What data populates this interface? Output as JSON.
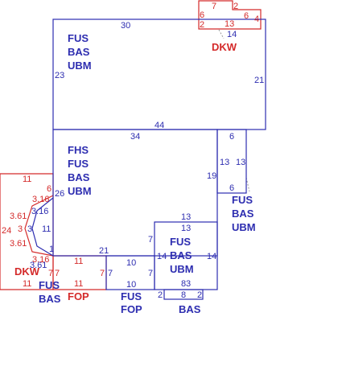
{
  "colors": {
    "blue": "#2d2db0",
    "red": "#d42a2a",
    "leader": "#999999",
    "background": "#ffffff"
  },
  "areas": {
    "main_upper": {
      "codes": [
        "FUS",
        "BAS",
        "UBM"
      ],
      "dims": {
        "top": "30",
        "left": "23",
        "right": "21",
        "bottom": "44"
      }
    },
    "main_lower": {
      "codes": [
        "FHS",
        "FUS",
        "BAS",
        "UBM"
      ],
      "dims": {
        "top": "34",
        "left": "26",
        "right": "19",
        "bottom": "21"
      }
    },
    "right_addition": {
      "codes": [
        "FUS",
        "BAS",
        "UBM"
      ],
      "dims": {
        "top": "6",
        "left": "13",
        "right": "13",
        "bottom": "6"
      }
    },
    "lower_right": {
      "codes": [
        "FUS",
        "BAS",
        "UBM"
      ],
      "dims": {
        "top": "13",
        "top_inner": "13",
        "left": "14",
        "right": "14",
        "bottom": "3",
        "left_step": "7"
      }
    },
    "lower_middle": {
      "codes": [
        "FUS",
        "FOP"
      ],
      "dims": {
        "top": "10",
        "left": "7",
        "right": "7",
        "bottom": "10"
      }
    },
    "bottom_right_strip": {
      "codes": [
        "BAS"
      ],
      "dims": {
        "top": "8",
        "left": "2",
        "right": "2"
      }
    },
    "dkw_left": {
      "code": "DKW",
      "dims": {
        "top": "11",
        "left": "24",
        "bottom": "11",
        "inner_right": "11",
        "inner_left": "3",
        "angles": [
          "3.16",
          "3.61",
          "3.61",
          "3.16"
        ],
        "inner_angles": [
          "3.16",
          "3.61"
        ],
        "edge": "6",
        "small": "1"
      }
    },
    "dkw_top": {
      "code": "DKW",
      "dims": {
        "top": "7",
        "left": "6",
        "inner": "2",
        "right_step": "2",
        "right": "4",
        "right_inner": "6",
        "bottom": "13",
        "below": "14"
      }
    },
    "fop_left": {
      "code": "FOP",
      "dims": {
        "top": "11",
        "left": "7",
        "right": "7",
        "bottom": "11"
      }
    },
    "bas_left": {
      "codes": [
        "FUS",
        "BAS"
      ]
    }
  }
}
